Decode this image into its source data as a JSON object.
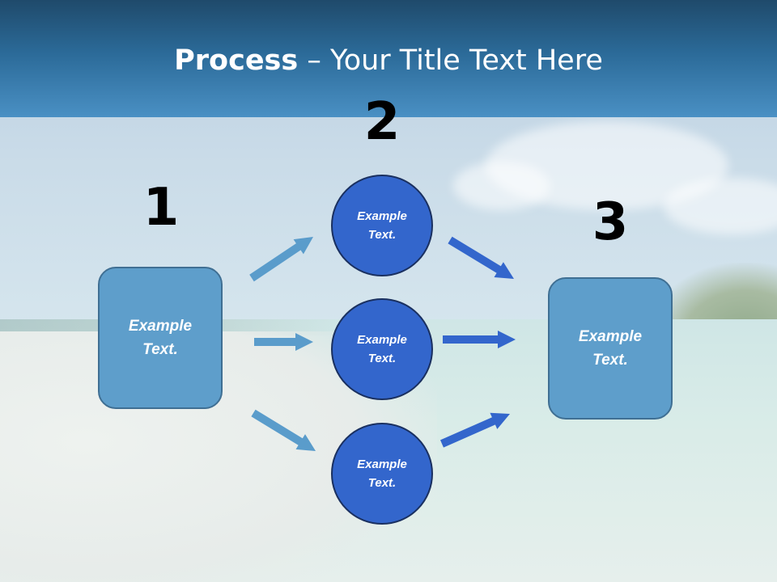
{
  "slide": {
    "title_bold": "Process",
    "title_rest": " – Your Title Text Here"
  },
  "steps": {
    "step1_number": "1",
    "step2_number": "2",
    "step3_number": "3"
  },
  "nodes": {
    "box_left": "Example Text.",
    "circle_top": "Example Text.",
    "circle_middle": "Example Text.",
    "circle_bottom": "Example Text.",
    "box_right": "Example Text."
  },
  "colors": {
    "header": "#2b6a98",
    "box_fill": "#5e9ecb",
    "circle_fill": "#3366cc",
    "arrow_light": "#5a9ccb",
    "arrow_dark": "#3366cc"
  }
}
